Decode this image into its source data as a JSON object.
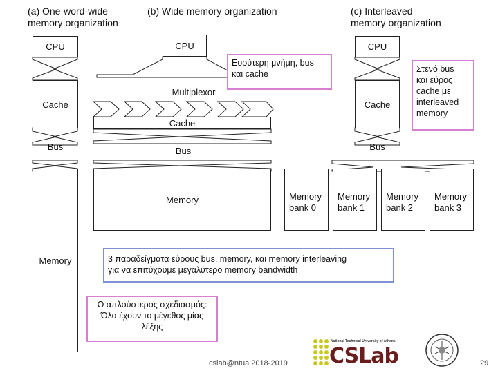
{
  "headings": {
    "a": "(a) One-word-wide\n      memory organization",
    "b": "(b) Wide memory organization",
    "c": "(c) Interleaved\n      memory organization"
  },
  "labels": {
    "cpu": "CPU",
    "cache": "Cache",
    "bus": "Bus",
    "memory": "Memory",
    "multiplexor": "Multiplexor",
    "banks": [
      "Memory\nbank 0",
      "Memory\nbank 1",
      "Memory\nbank 2",
      "Memory\nbank 3"
    ]
  },
  "notes": {
    "wide": "Ευρύτερη μνήμη, bus\nκαι cache",
    "narrow": "Στενό bus\nκαι εύρος\ncache με\ninterleaved\nmemory",
    "examples": "3 παραδείγματα εύρους bus, memory, και memory interleaving\nγια να επιτύχουμε μεγαλύτερο memory bandwidth",
    "simple": "Ο απλούστερος σχεδιασμός:\nΌλα έχουν το μέγεθος μίας\nλέξης"
  },
  "footer": {
    "center": "cslab@ntua 2018-2019",
    "page": "29",
    "logo": "CSLab",
    "logo_sub": "National Technical University of Athens"
  }
}
